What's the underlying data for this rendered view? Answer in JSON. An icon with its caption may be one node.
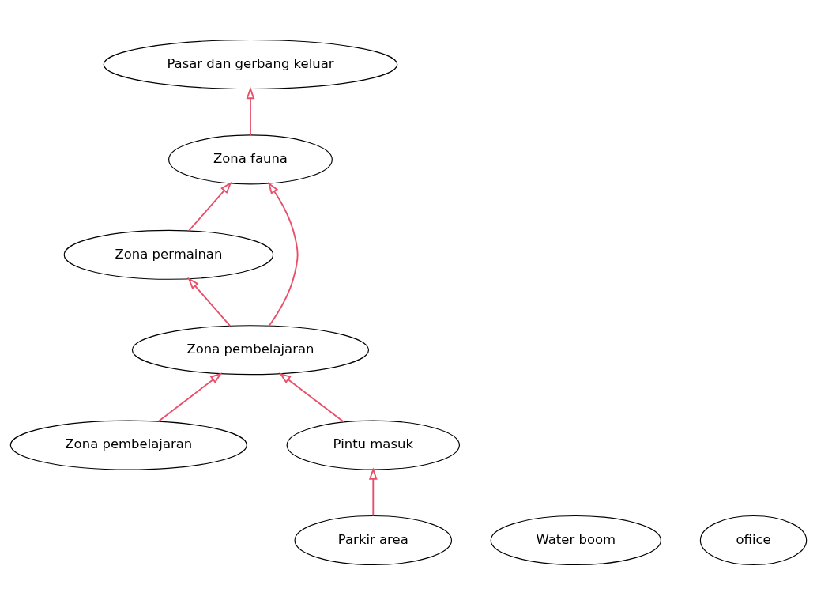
{
  "diagram": {
    "nodes": [
      {
        "text": [
          "Zona permainan"
        ]
      },
      {
        "text": [
          "Water boom"
        ]
      },
      {
        "text": [
          "Zona pembelajaran"
        ]
      },
      {
        "text": [
          "Zona fauna"
        ]
      },
      {
        "text": [
          "Zona pembelajaran"
        ]
      },
      {
        "text": [
          "Pasar dan gerbang keluar"
        ]
      },
      {
        "text": [
          "Pintu masuk"
        ]
      },
      {
        "text": [
          "ofiice"
        ]
      },
      {
        "text": [
          "Parkir area"
        ]
      }
    ],
    "edges": [
      {
        "from": 8,
        "to": 6,
        "arrow": "to"
      },
      {
        "from": 6,
        "to": 2,
        "arrow": "to"
      },
      {
        "from": 2,
        "to": 0,
        "arrow": "to"
      },
      {
        "from": 0,
        "to": 3,
        "arrow": "to"
      },
      {
        "from": 2,
        "to": 3,
        "arrow": "to"
      },
      {
        "from": 3,
        "to": 5,
        "arrow": "to"
      },
      {
        "from": 4,
        "to": 2,
        "arrow": "to"
      }
    ]
  }
}
